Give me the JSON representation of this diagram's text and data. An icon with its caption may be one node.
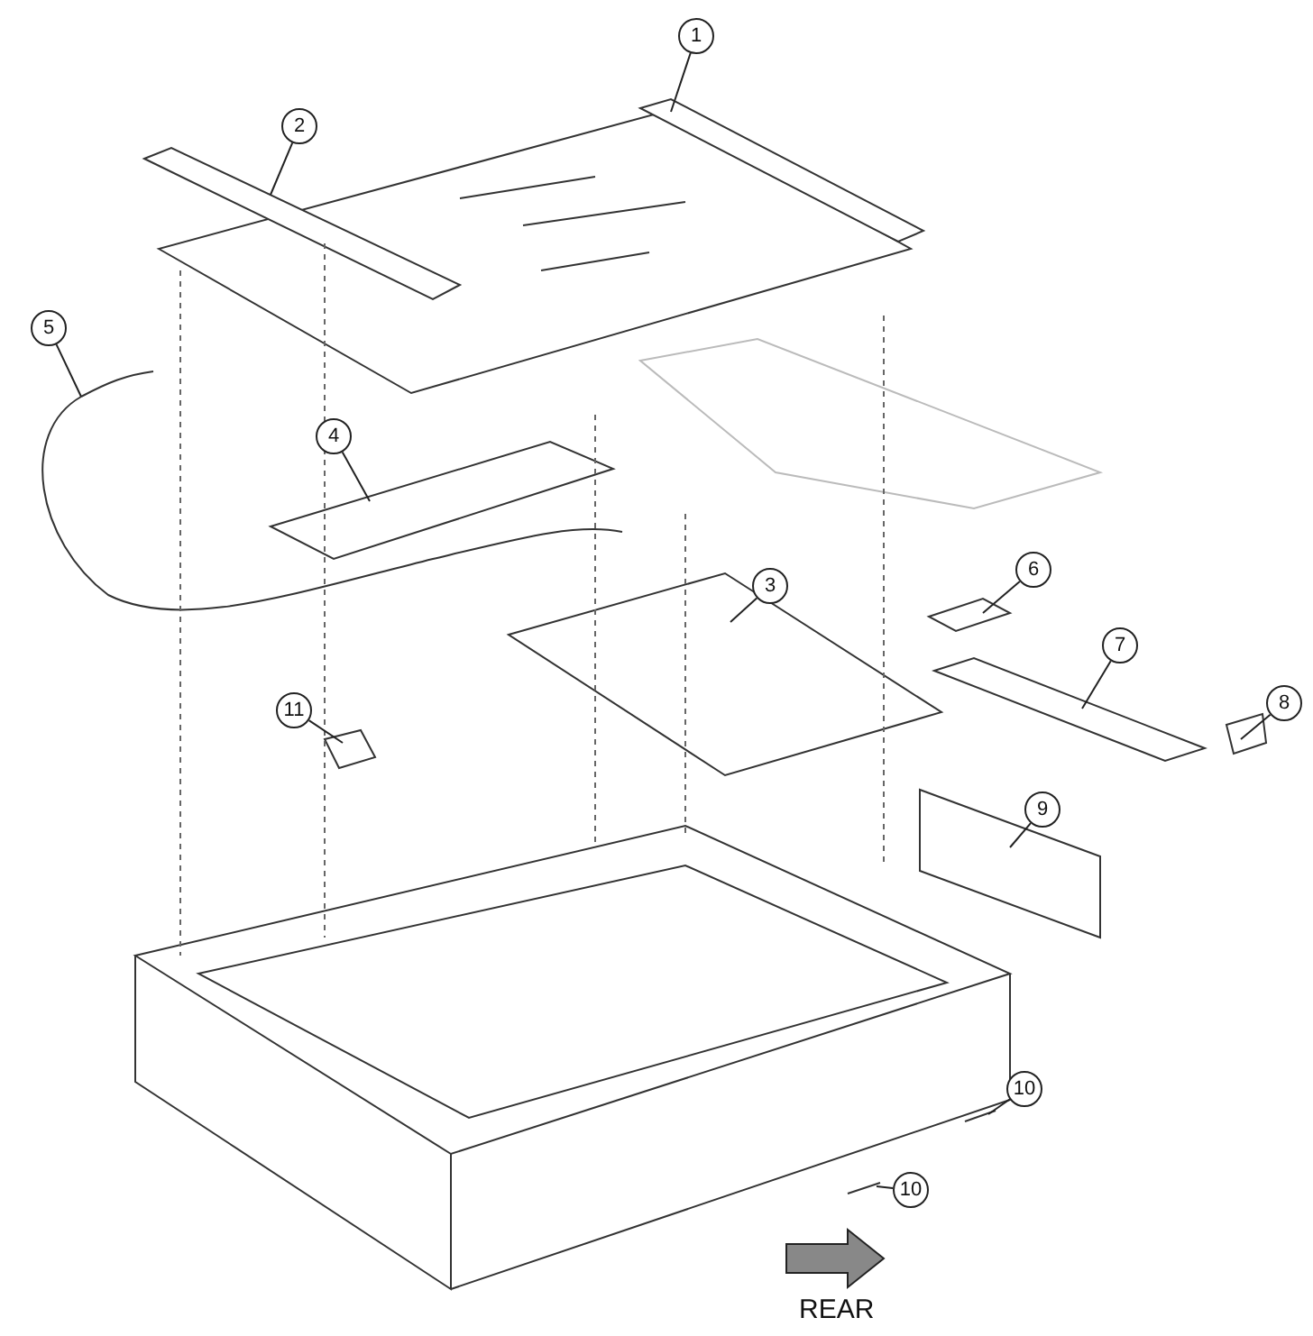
{
  "diagram": {
    "nodes": [
      {
        "text": [
          "1"
        ]
      },
      {
        "text": [
          "2"
        ]
      },
      {
        "text": [
          "5"
        ]
      },
      {
        "text": [
          "4"
        ]
      },
      {
        "text": [
          "3"
        ]
      },
      {
        "text": [
          "6"
        ]
      },
      {
        "text": [
          "7"
        ]
      },
      {
        "text": [
          "11"
        ]
      },
      {
        "text": [
          "8"
        ]
      },
      {
        "text": [
          "9"
        ]
      },
      {
        "text": [
          "10"
        ]
      },
      {
        "text": [
          "10"
        ]
      }
    ],
    "edges": [
      {
        "from": 0,
        "to": null,
        "arrow": "none"
      },
      {
        "from": 1,
        "to": null,
        "arrow": "none"
      },
      {
        "from": 2,
        "to": null,
        "arrow": "none"
      },
      {
        "from": 3,
        "to": null,
        "arrow": "none"
      },
      {
        "from": 4,
        "to": null,
        "arrow": "none"
      },
      {
        "from": 5,
        "to": null,
        "arrow": "none"
      },
      {
        "from": 6,
        "to": null,
        "arrow": "none"
      },
      {
        "from": 7,
        "to": null,
        "arrow": "none"
      },
      {
        "from": 8,
        "to": null,
        "arrow": "none"
      },
      {
        "from": 9,
        "to": null,
        "arrow": "none"
      },
      {
        "from": 10,
        "to": null,
        "arrow": "none"
      },
      {
        "from": 11,
        "to": null,
        "arrow": "none"
      }
    ],
    "labels": [
      "REAR"
    ]
  }
}
